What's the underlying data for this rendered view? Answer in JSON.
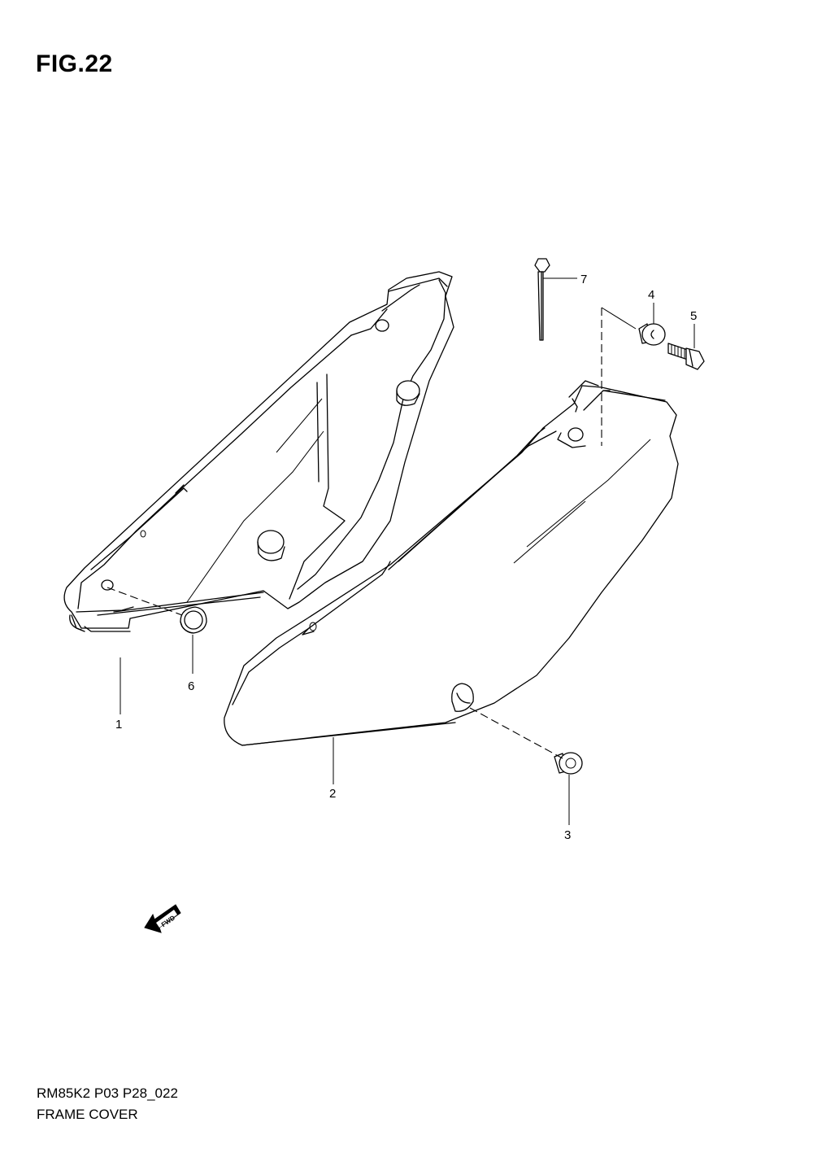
{
  "figure": {
    "title": "FIG.22"
  },
  "callouts": [
    {
      "id": "1",
      "label": "1"
    },
    {
      "id": "2",
      "label": "2"
    },
    {
      "id": "3",
      "label": "3"
    },
    {
      "id": "4",
      "label": "4"
    },
    {
      "id": "5",
      "label": "5"
    },
    {
      "id": "6",
      "label": "6"
    },
    {
      "id": "7",
      "label": "7"
    }
  ],
  "direction_badge": {
    "label": "FWD",
    "icon": "forward-arrow-icon"
  },
  "footer": {
    "doc_code": "RM85K2 P03 P28_022",
    "doc_name": "FRAME COVER"
  }
}
